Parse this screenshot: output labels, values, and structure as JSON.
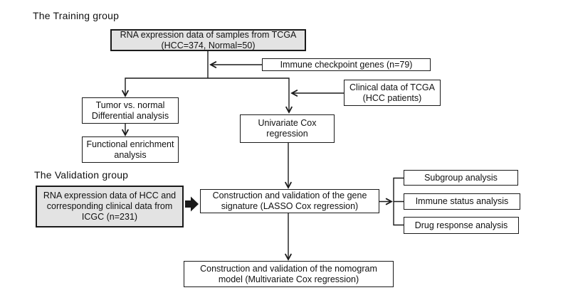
{
  "diagram": {
    "labels": {
      "training": "The Training group",
      "validation": "The Validation group"
    },
    "boxes": {
      "tcga": "RNA expression data of samples from TCGA\n(HCC=374, Normal=50)",
      "immune_genes": "Immune checkpoint genes (n=79)",
      "clinical": "Clinical data of TCGA\n(HCC patients)",
      "tumor_diff": "Tumor vs. normal\nDifferential analysis",
      "functional": "Functional enrichment\nanalysis",
      "univariate": "Univariate Cox\nregression",
      "validation_data": "RNA expression data of HCC and\ncorresponding clinical data from\nICGC (n=231)",
      "gene_signature": "Construction and validation of the gene\nsignature (LASSO Cox regression)",
      "subgroup": "Subgroup analysis",
      "immune_status": "Immune status analysis",
      "drug_response": "Drug response analysis",
      "nomogram": "Construction and validation of the nomogram\nmodel (Multivariate Cox regression)"
    },
    "colors": {
      "line": "#1a1a1a",
      "border": "#1a1a1a",
      "text": "#111111",
      "box_gray": "#e3e3e3",
      "box_white": "#ffffff",
      "background": "#ffffff"
    }
  }
}
